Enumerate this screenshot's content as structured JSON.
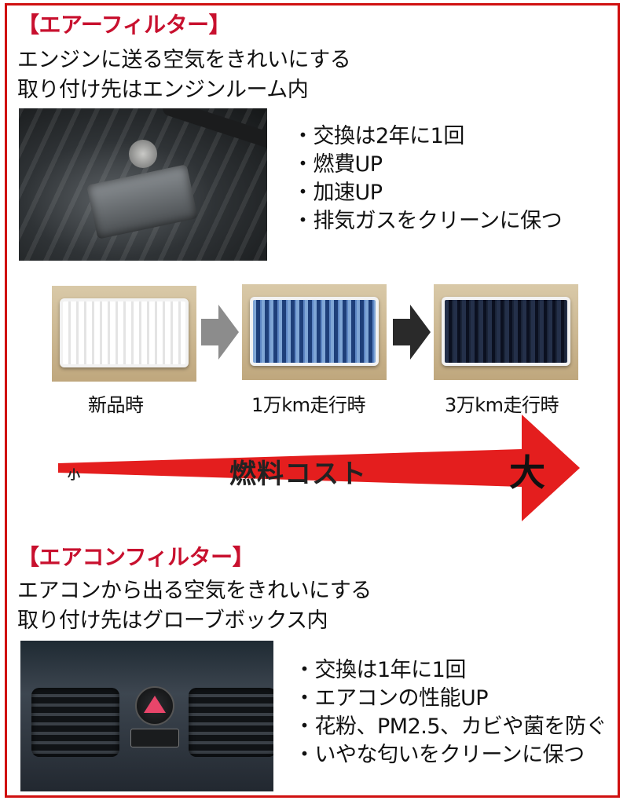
{
  "air_filter": {
    "heading": "【エアーフィルター】",
    "desc_line1": "エンジンに送る空気をきれいにする",
    "desc_line2": "取り付け先はエンジンルーム内",
    "bullets": [
      "・交換は2年に1回",
      "・燃費UP",
      "・加速UP",
      "・排気ガスをクリーンに保つ"
    ]
  },
  "comparison": {
    "captions": [
      "新品時",
      "1万km走行時",
      "3万km走行時"
    ]
  },
  "cost_arrow": {
    "label": "燃料コスト",
    "small": "小",
    "large": "大"
  },
  "aircon_filter": {
    "heading": "【エアコンフィルター】",
    "desc_line1": "エアコンから出る空気をきれいにする",
    "desc_line2": "取り付け先はグローブボックス内",
    "bullets": [
      "・交換は1年に1回",
      "・エアコンの性能UP",
      "・花粉、PM2.5、カビや菌を防ぐ",
      "・いやな匂いをクリーンに保つ"
    ]
  },
  "colors": {
    "accent": "#c8102e",
    "arrow_red": "#e41e1e",
    "arrow_gray": "#8c8c8c",
    "arrow_dark": "#2a2a2a"
  }
}
